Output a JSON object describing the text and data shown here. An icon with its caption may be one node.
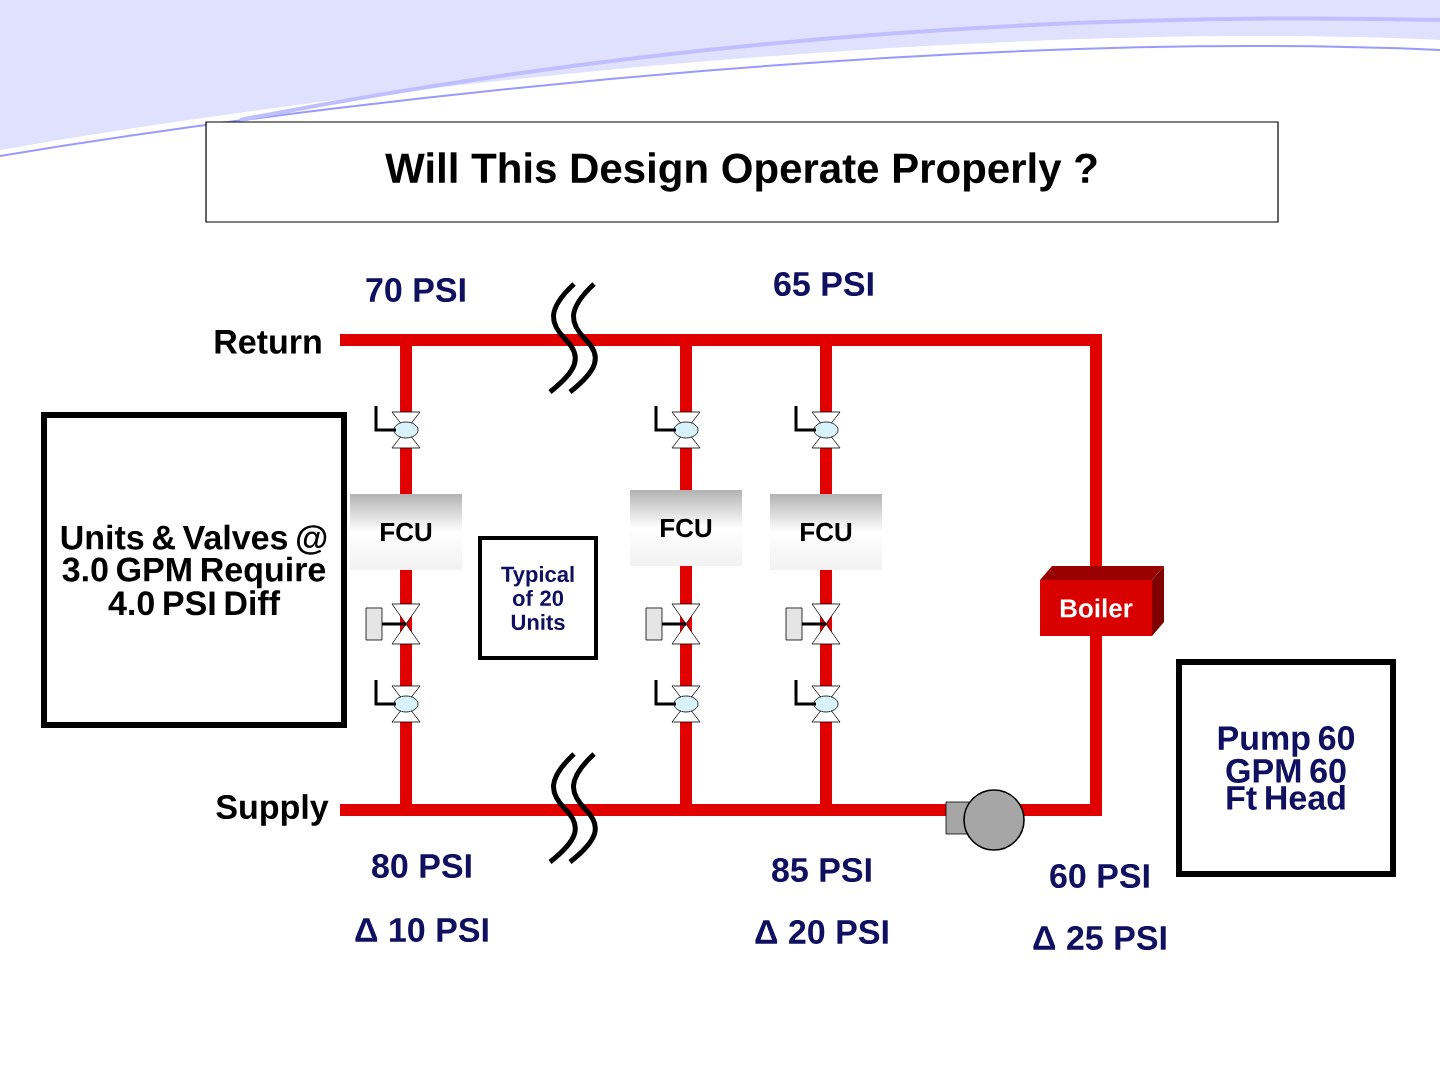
{
  "diagram": {
    "nodes": [
      {
        "text": [
          "Will This Design Operate Properly ?"
        ]
      },
      {
        "text": [
          "Units & Valves @ 3.0 GPM Require 4.0 PSI Diff"
        ]
      },
      {
        "text": [
          "FCU"
        ]
      },
      {
        "text": [
          "Typical of 20 Units"
        ]
      },
      {
        "text": [
          "FCU"
        ]
      },
      {
        "text": [
          "FCU"
        ]
      },
      {
        "text": [
          "Boiler"
        ]
      },
      {
        "text": [
          "Pump 60 GPM 60 Ft Head"
        ]
      }
    ],
    "labels": [
      "70 PSI",
      "65 PSI",
      "Return",
      "Supply",
      "80 PSI",
      "Δ 10 PSI",
      "85 PSI",
      "Δ 20 PSI",
      "60 PSI",
      "Δ 25 PSI"
    ]
  }
}
